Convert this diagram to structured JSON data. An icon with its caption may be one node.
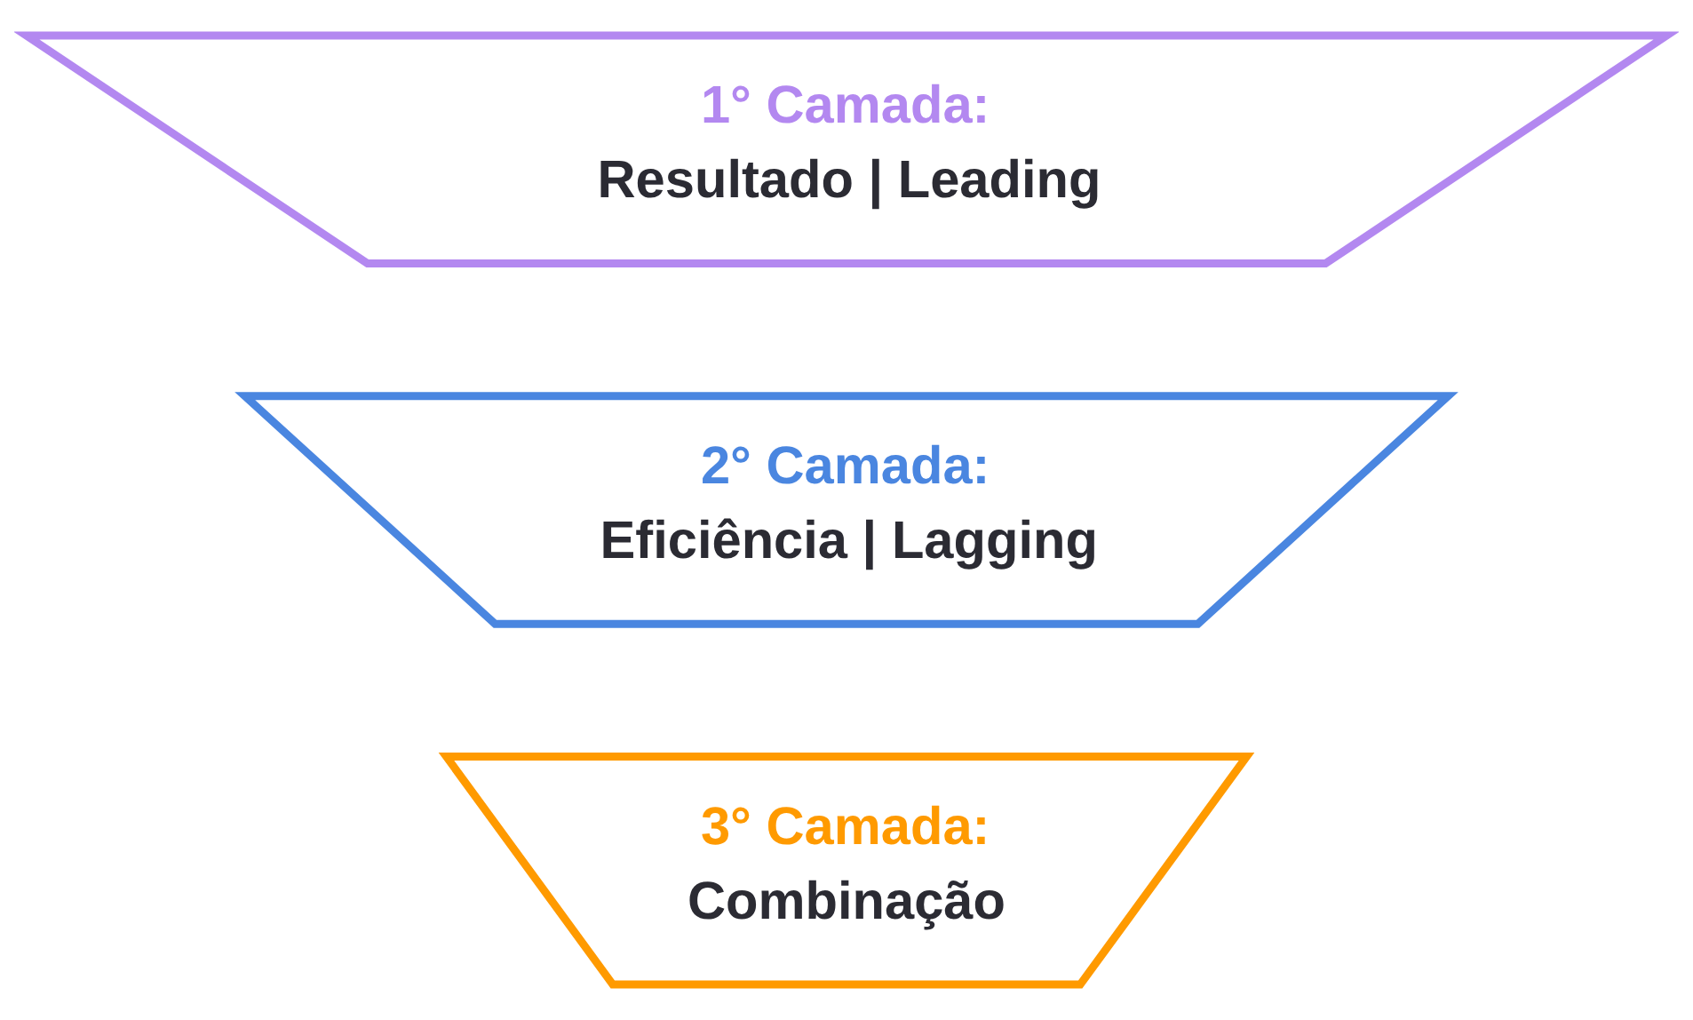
{
  "diagram": {
    "nodes": [
      {
        "text": [
          "1° Camada:",
          "Resultado | Leading"
        ]
      },
      {
        "text": [
          "2° Camada:",
          "Eficiência | Lagging"
        ]
      },
      {
        "text": [
          "3° Camada:",
          "Combinação"
        ]
      }
    ]
  }
}
